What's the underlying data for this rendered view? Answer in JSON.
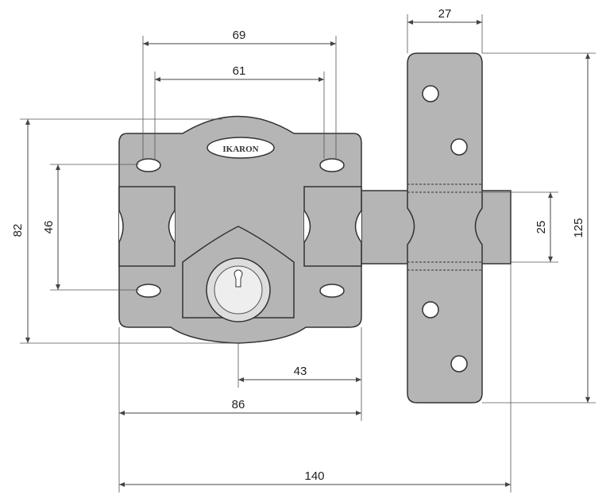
{
  "logo_text": "IKARON",
  "dimensions": {
    "plate_hole_outer": "69",
    "plate_hole_inner": "61",
    "strike_width": "27",
    "body_height": "82",
    "hole_vertical": "46",
    "bolt_height": "25",
    "strike_height": "125",
    "cylinder_offset": "43",
    "body_width": "86",
    "total_width": "140"
  }
}
